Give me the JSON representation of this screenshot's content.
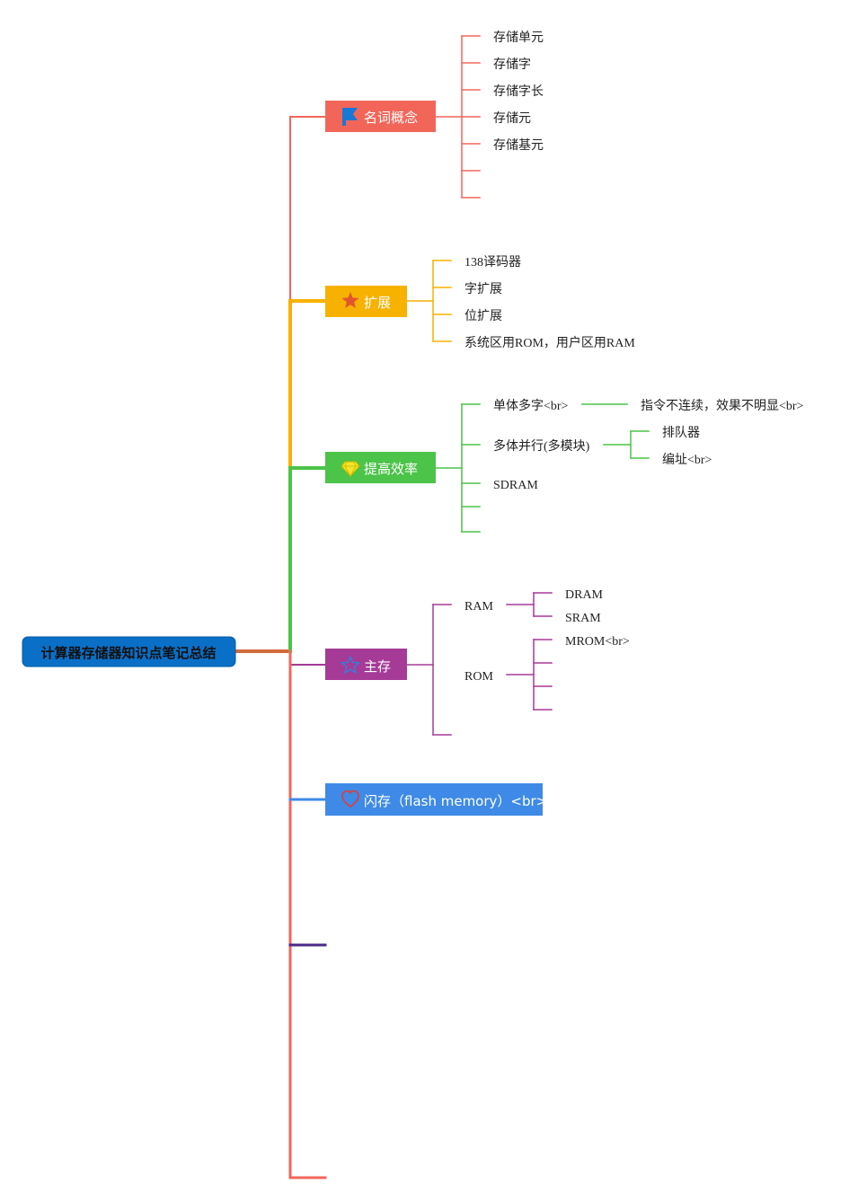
{
  "root": {
    "label": "计算器存储器知识点笔记总结",
    "color": "#0a6fc7"
  },
  "branches": [
    {
      "id": "concepts",
      "label": "名词概念",
      "icon": "flag-icon",
      "color": "#f2665a",
      "children": [
        "存储单元",
        "存储字",
        "存储字长",
        "存储元",
        "存储基元"
      ]
    },
    {
      "id": "expansion",
      "label": "扩展",
      "icon": "star-icon",
      "color": "#f7b200",
      "children": [
        "138译码器",
        "字扩展",
        "位扩展",
        "系统区用ROM，用户区用RAM"
      ]
    },
    {
      "id": "efficiency",
      "label": "提高效率",
      "icon": "diamond-icon",
      "color": "#4cc349",
      "children": [
        {
          "label": "单体多字<br>",
          "children": [
            "指令不连续，效果不明显<br>"
          ]
        },
        {
          "label": "多体并行(多模块)",
          "children": [
            "排队器",
            "编址<br>"
          ]
        },
        {
          "label": "SDRAM"
        }
      ]
    },
    {
      "id": "main-memory",
      "label": "主存",
      "icon": "star-outline-icon",
      "color": "#a63a97",
      "children": [
        {
          "label": "RAM",
          "children": [
            "DRAM",
            "SRAM"
          ]
        },
        {
          "label": "ROM",
          "children": [
            "MROM<br>"
          ]
        }
      ]
    },
    {
      "id": "flash",
      "label": "闪存（flash memory）<br>",
      "icon": "heart-icon",
      "color": "#3e8ae6"
    }
  ],
  "colors": {
    "purple_stub": "#4b2a87",
    "trunk": "#f2665a"
  }
}
